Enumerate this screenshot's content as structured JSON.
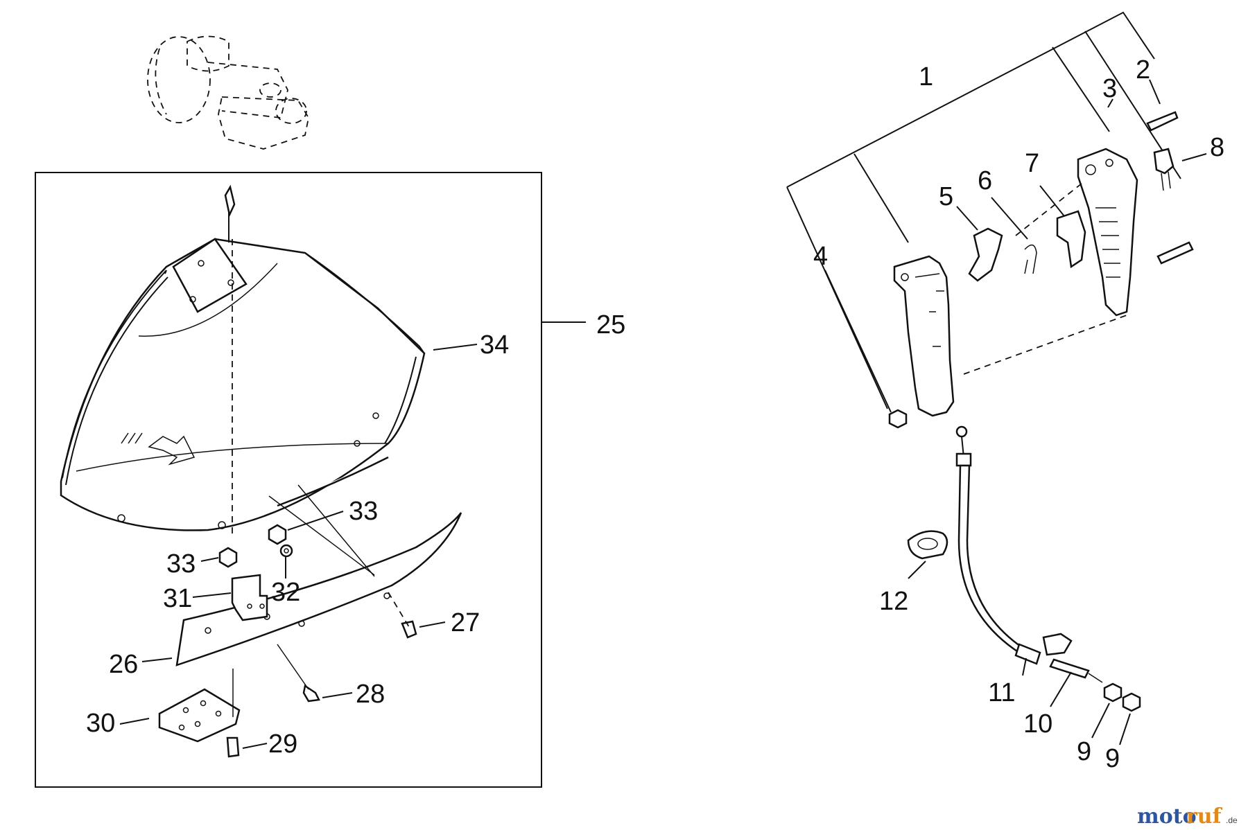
{
  "diagram": {
    "callouts": {
      "c1": "1",
      "c2": "2",
      "c3": "3",
      "c4": "4",
      "c5": "5",
      "c6": "6",
      "c7": "7",
      "c8": "8",
      "c9a": "9",
      "c9b": "9",
      "c10": "10",
      "c11": "11",
      "c12": "12",
      "c25": "25",
      "c26": "26",
      "c27": "27",
      "c28": "28",
      "c29": "29",
      "c30": "30",
      "c31": "31",
      "c32": "32",
      "c33a": "33",
      "c33b": "33",
      "c34": "34"
    }
  },
  "watermark": {
    "part1": "moto",
    "part2": "ruf",
    "suffix": ".de"
  }
}
